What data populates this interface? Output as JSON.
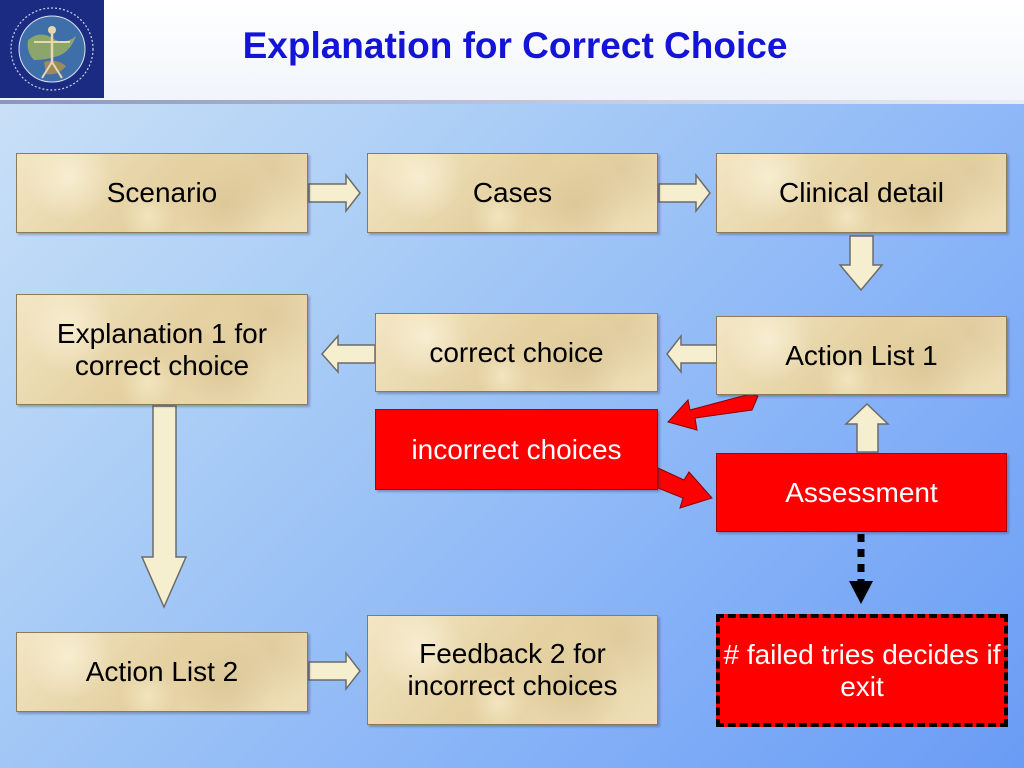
{
  "slide": {
    "title": "Explanation for Correct Choice",
    "logo_icon": "consortium-globe-logo-icon"
  },
  "boxes": {
    "scenario": "Scenario",
    "cases": "Cases",
    "clinical_detail": "Clinical detail",
    "explanation_1": "Explanation 1 for correct choice",
    "correct_choice": "correct choice",
    "action_list_1": "Action List 1",
    "incorrect_choices": "incorrect choices",
    "assessment": "Assessment",
    "action_list_2": "Action List 2",
    "feedback_2": "Feedback 2 for incorrect choices",
    "failed_tries": "# failed tries decides if exit"
  },
  "colors": {
    "title": "#1414d9",
    "alert_box": "#ff0000",
    "arrow_fill": "#f6efcf",
    "arrow_red": "#ff0000"
  }
}
